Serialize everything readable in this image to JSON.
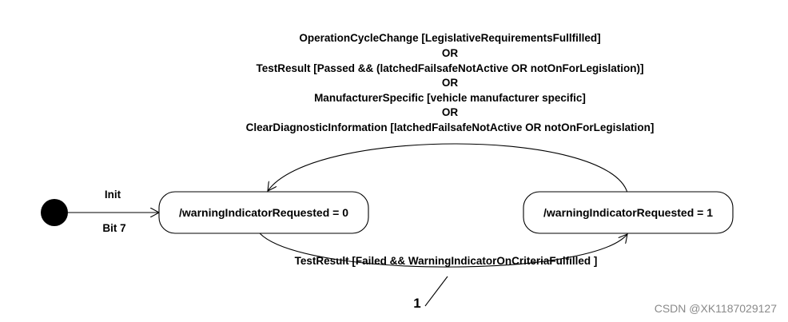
{
  "transition_top": {
    "lines": [
      "OperationCycleChange [LegislativeRequirementsFullfilled]",
      "OR",
      "TestResult [Passed && (latchedFailsafeNotActive OR notOnForLegislation)]",
      "OR",
      "ManufacturerSpecific [vehicle manufacturer specific]",
      "OR",
      "ClearDiagnosticInformation [latchedFailsafeNotActive OR notOnForLegislation]"
    ]
  },
  "initial": {
    "label_top": "Init",
    "label_bottom": "Bit 7"
  },
  "states": [
    {
      "label": "/warningIndicatorRequested = 0"
    },
    {
      "label": "/warningIndicatorRequested = 1"
    }
  ],
  "transition_bottom": {
    "label": "TestResult [Failed && WarningIndicatorOnCriteriaFulfilled ]"
  },
  "callout": {
    "label": "1"
  },
  "watermark": "CSDN @XK1187029127"
}
